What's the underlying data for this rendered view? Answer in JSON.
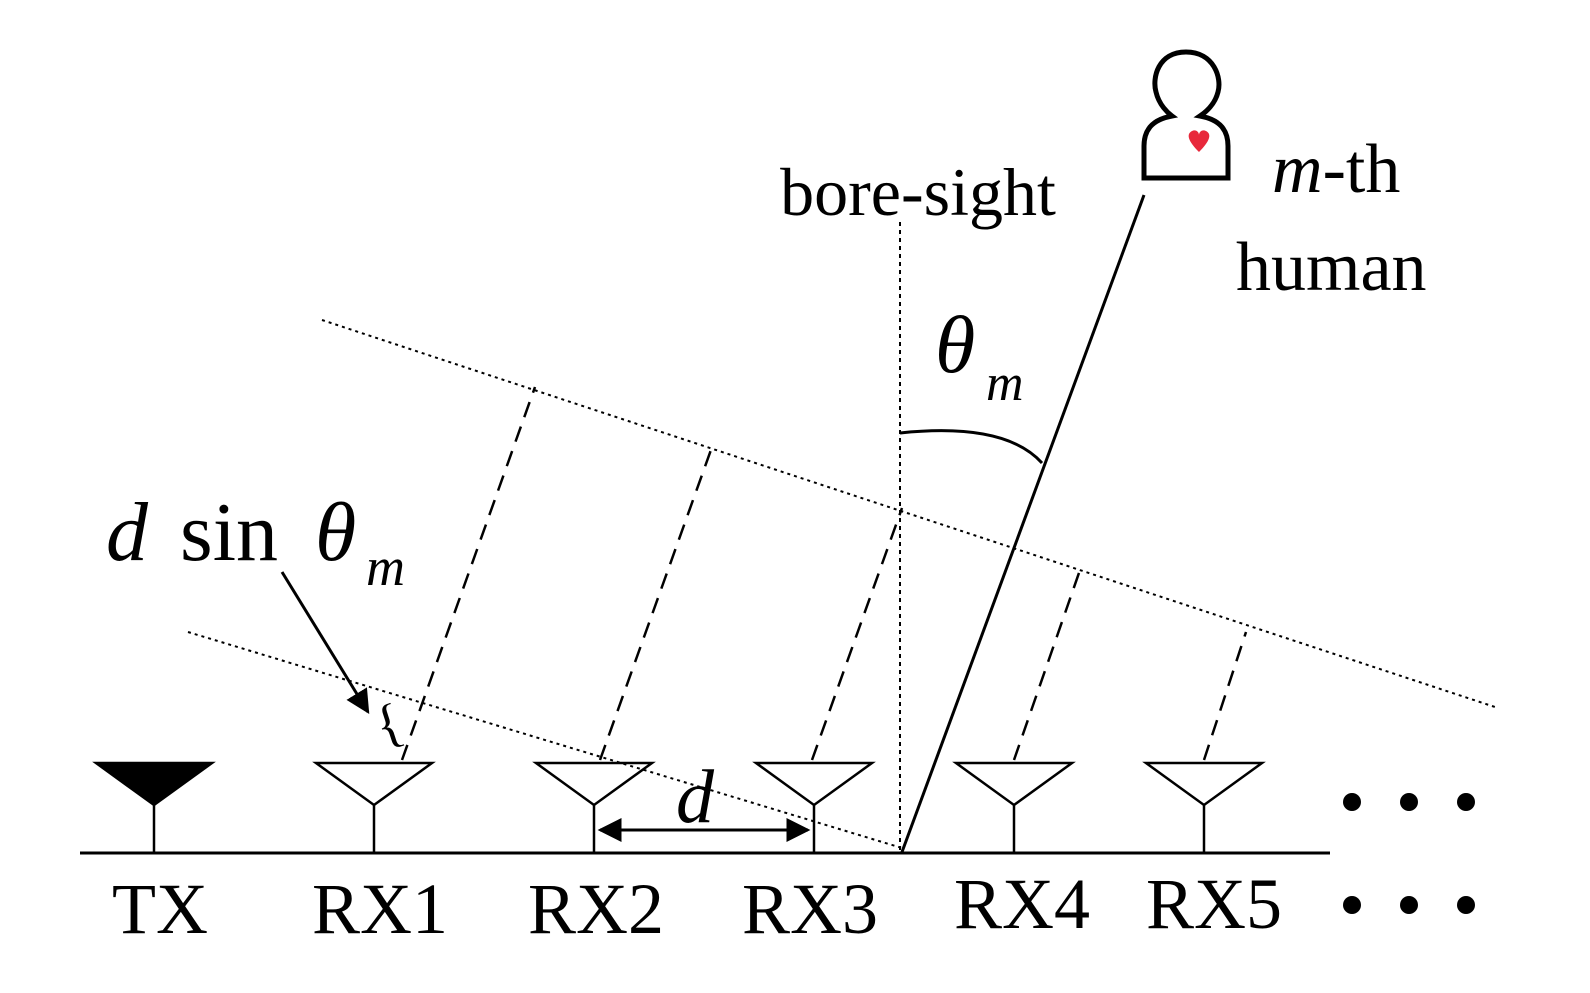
{
  "antennas": [
    {
      "label": "TX",
      "type": "transmitter"
    },
    {
      "label": "RX1",
      "type": "receiver"
    },
    {
      "label": "RX2",
      "type": "receiver"
    },
    {
      "label": "RX3",
      "type": "receiver"
    },
    {
      "label": "RX4",
      "type": "receiver"
    },
    {
      "label": "RX5",
      "type": "receiver"
    }
  ],
  "labels": {
    "boresight": "bore-sight",
    "human_m": "m",
    "human_suffix": "-th",
    "human_line2": "human",
    "theta": "θ",
    "theta_sub": "m",
    "spacing": "d",
    "path_d": "d",
    "path_sin": "sin",
    "path_theta": "θ",
    "path_sub": "m",
    "brace": "{"
  },
  "colors": {
    "ink": "#000000",
    "heart": "#e8283b"
  },
  "icons": [
    "person-icon",
    "heart-icon",
    "ellipsis-icon"
  ]
}
